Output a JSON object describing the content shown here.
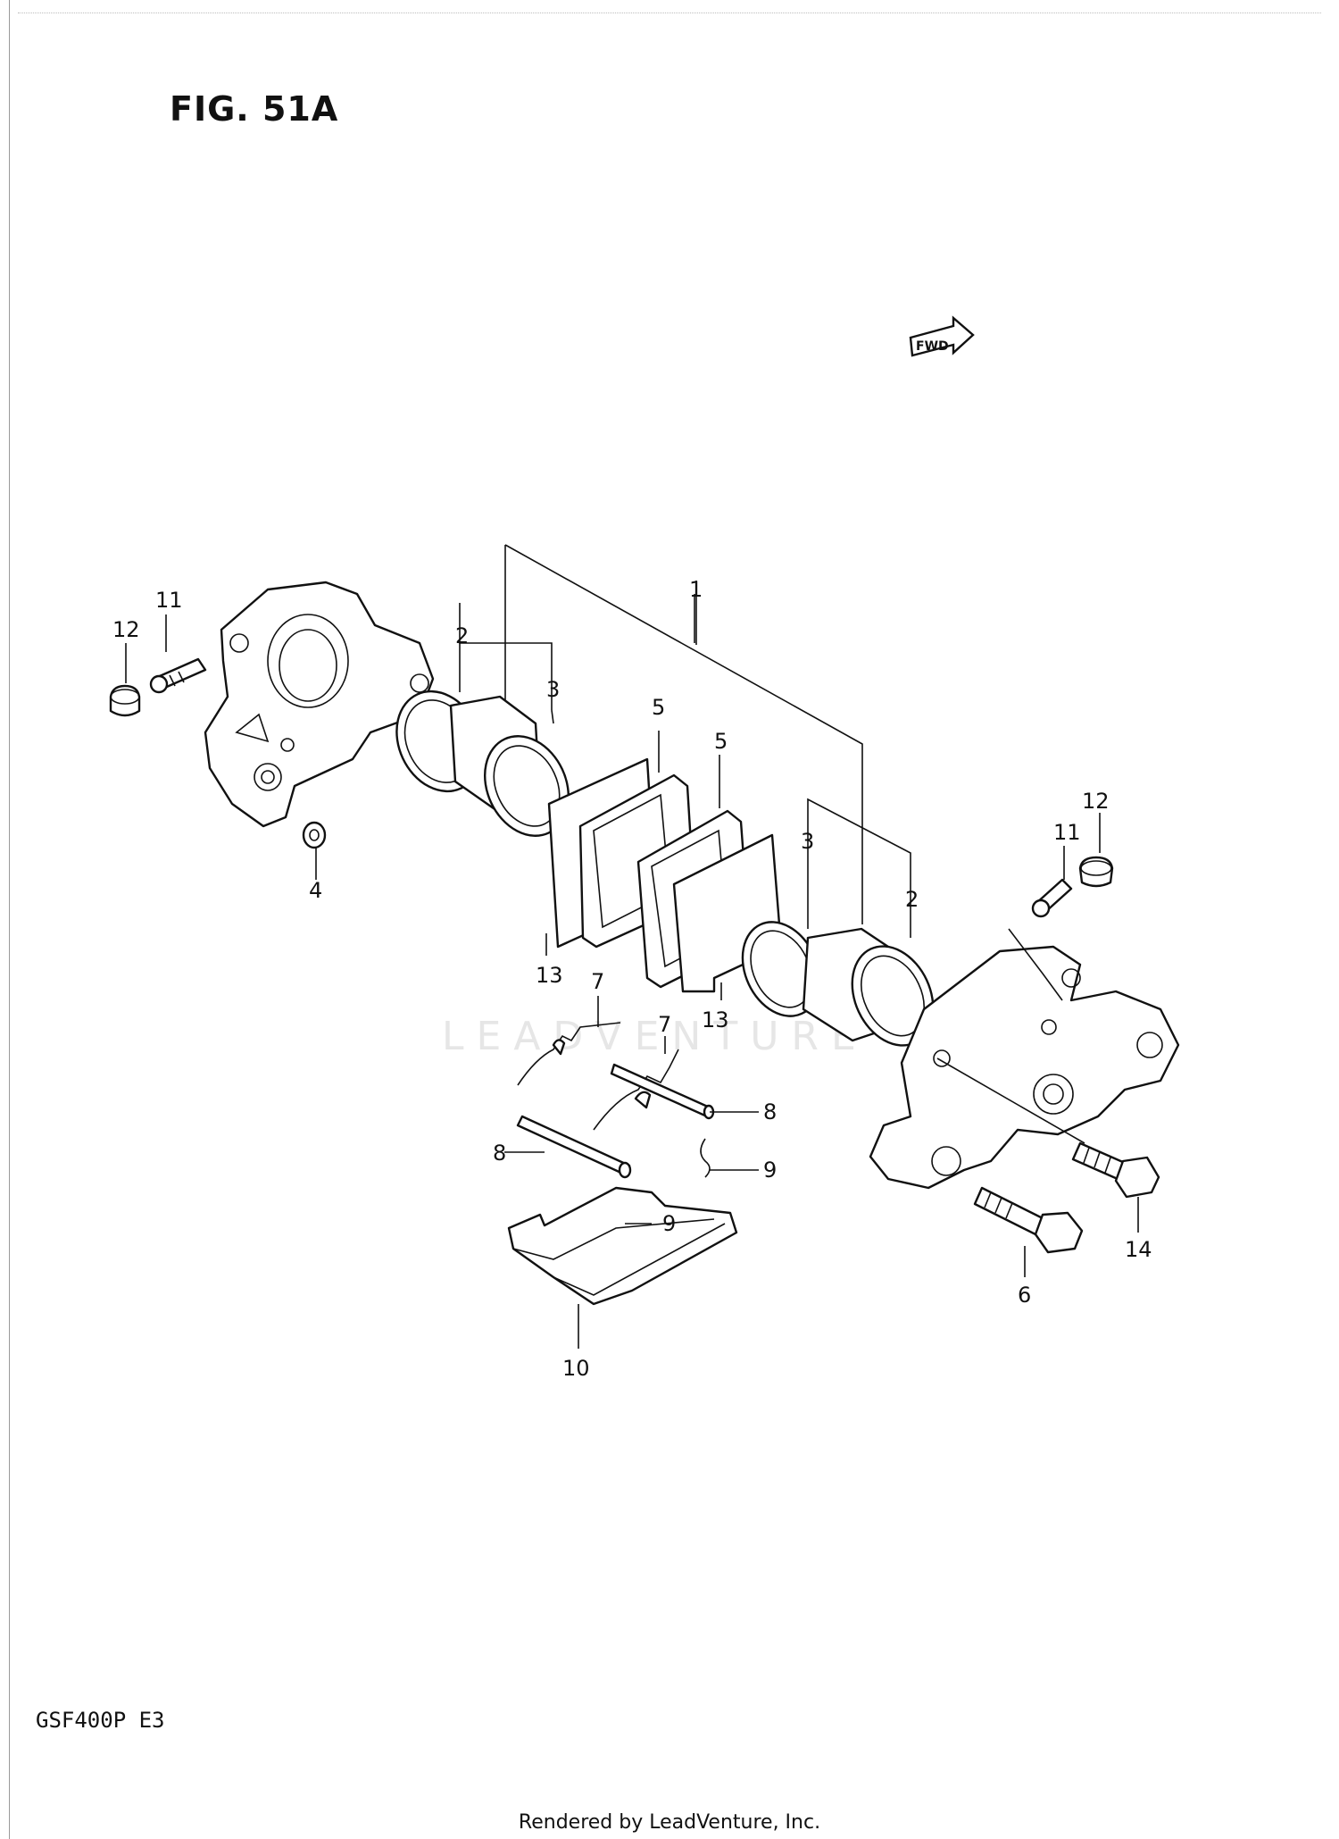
{
  "figure_title": "FIG. 51A",
  "fwd_badge": "FWD",
  "model_code": "GSF400P  E3",
  "footer_text": "Rendered by LeadVenture, Inc.",
  "watermark": "LEADVENTURE",
  "callouts": {
    "c1": "1",
    "c2a": "2",
    "c2b": "2",
    "c3a": "3",
    "c3b": "3",
    "c4": "4",
    "c5a": "5",
    "c5b": "5",
    "c6": "6",
    "c7a": "7",
    "c7b": "7",
    "c8a": "8",
    "c8b": "8",
    "c9a": "9",
    "c9b": "9",
    "c10": "10",
    "c11a": "11",
    "c11b": "11",
    "c12a": "12",
    "c12b": "12",
    "c13a": "13",
    "c13b": "13",
    "c14": "14"
  }
}
